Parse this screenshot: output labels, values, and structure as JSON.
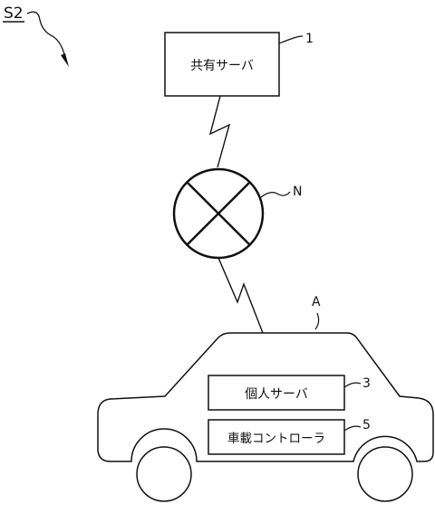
{
  "figure_label": "S2",
  "nodes": {
    "shared_server": {
      "label": "共有サーバ",
      "ref": "1"
    },
    "network": {
      "ref": "N"
    },
    "vehicle": {
      "ref": "A"
    },
    "personal_server": {
      "label": "個人サーバ",
      "ref": "3"
    },
    "onboard_controller": {
      "label": "車載コントローラ",
      "ref": "5"
    }
  }
}
